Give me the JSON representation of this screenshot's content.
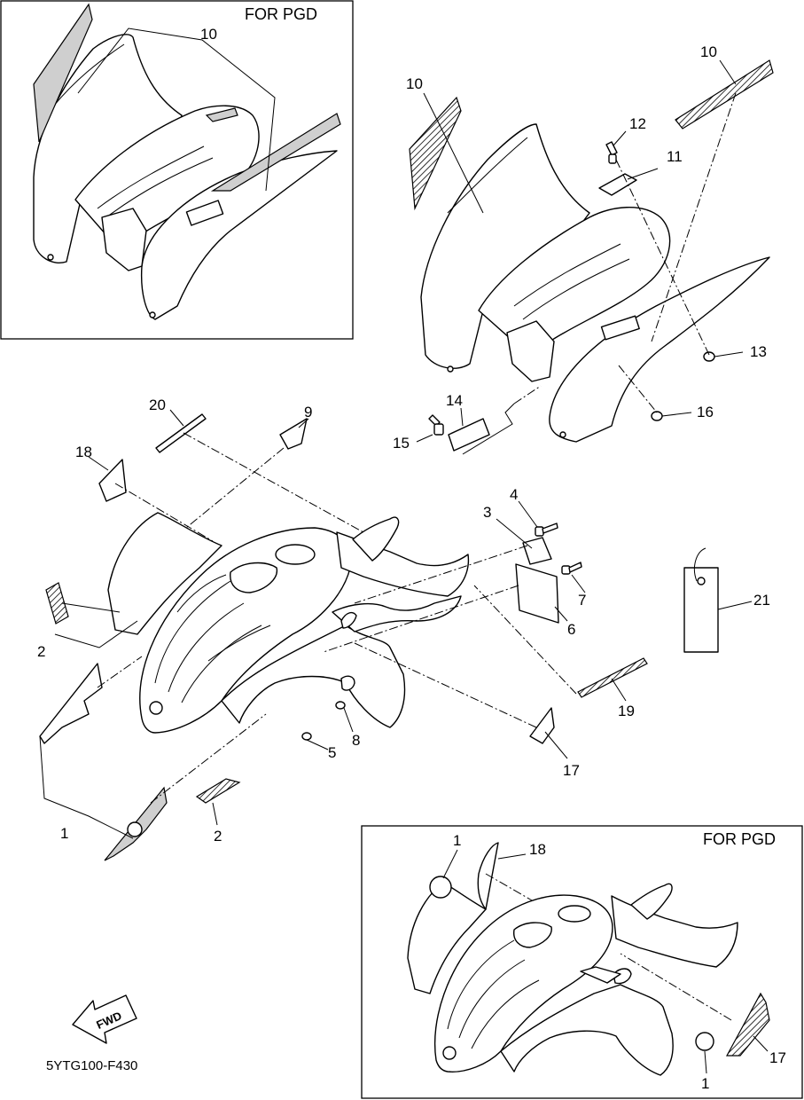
{
  "inset_top_left": {
    "label": "FOR PGD"
  },
  "inset_bottom_right": {
    "label": "FOR PGD"
  },
  "callouts": {
    "c1": "1",
    "c1b": "1",
    "c1c": "1",
    "c2": "2",
    "c2b": "2",
    "c3": "3",
    "c4": "4",
    "c5": "5",
    "c6": "6",
    "c7": "7",
    "c8": "8",
    "c9": "9",
    "c10a": "10",
    "c10b": "10",
    "c10c": "10",
    "c11": "11",
    "c12": "12",
    "c13": "13",
    "c14": "14",
    "c15": "15",
    "c16": "16",
    "c17": "17",
    "c17b": "17",
    "c18": "18",
    "c18b": "18",
    "c19": "19",
    "c20": "20",
    "c21": "21"
  },
  "fwd_symbol": {
    "text": "FWD"
  },
  "diagram_code": "5YTG100-F430"
}
